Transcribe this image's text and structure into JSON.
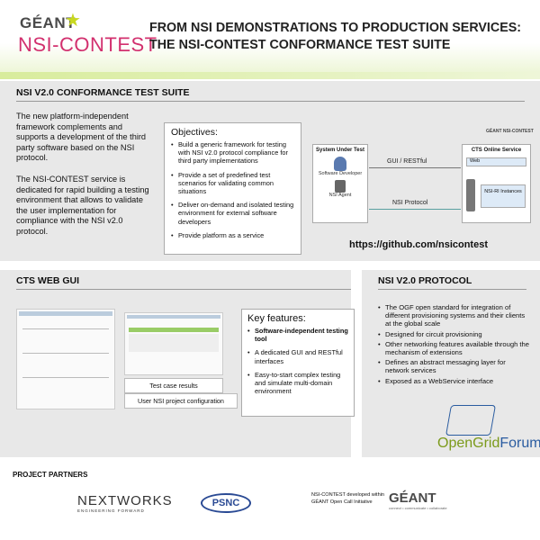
{
  "header": {
    "brand_top": "GÉANT",
    "brand_bottom": "NSI-CONTEST",
    "title_line1": "FROM NSI DEMONSTRATIONS TO PRODUCTION SERVICES:",
    "title_line2": "THE NSI-CONTEST CONFORMANCE TEST SUITE"
  },
  "section1": {
    "heading": "NSI V2.0 CONFORMANCE TEST SUITE",
    "para1": "The new platform-independent framework complements and supports a development of the third party software based on the NSI protocol.",
    "para2": "The NSI-CONTEST service is dedicated for rapid building a testing environment that allows to validate the user implementation for compliance with the NSI v2.0 protocol.",
    "objectives_title": "Objectives:",
    "objectives": [
      "Build a generic framework for testing with NSI v2.0 protocol compliance for third party implementations",
      "Provide a set of predefined test scenarios for validating common situations",
      "Deliver on-demand and isolated testing environment for external software developers",
      "Provide platform as a service"
    ],
    "diagram": {
      "sut_label": "System Under Test",
      "dev_label": "Software Developer",
      "agent_label": "NSI Agent",
      "cts_label": "CTS Online Service",
      "cts_brand": "GÉANT NSI-CONTEST",
      "web_label": "Web",
      "nsiri_label": "NSI-RI Instances",
      "arrow1": "GUI / RESTful",
      "arrow2": "NSI Protocol"
    },
    "url": "https://github.com/nsicontest"
  },
  "section2": {
    "heading": "CTS WEB GUI",
    "features_title": "Key features:",
    "features": [
      "Software-independent testing tool",
      "A dedicated GUI and RESTful interfaces",
      "Easy-to-start complex testing and simulate multi-domain environment"
    ],
    "caption1": "Test case results",
    "caption2": "User NSI project configuration"
  },
  "section3": {
    "heading": "NSI V2.0 PROTOCOL",
    "items": [
      "The OGF open standard for integration of different provisioning systems and their clients at the global scale",
      "Designed for circuit provisioning",
      "Other networking features available through the mechanism of extensions",
      "Defines an abstract messaging layer for network services",
      "Exposed as a WebService interface"
    ],
    "ogf_a": "OpenGrid",
    "ogf_b": "Forum"
  },
  "footer": {
    "partners_heading": "PROJECT PARTNERS",
    "nextworks": "NEXTWORKS",
    "nextworks_tag": "ENGINEERING FORWARD",
    "psnc": "PSNC",
    "note": "NSI-CONTEST developed within GÉANT Open Call Initiative",
    "geant": "GÉANT",
    "geant_tag": "connect • communicate • collaborate"
  }
}
